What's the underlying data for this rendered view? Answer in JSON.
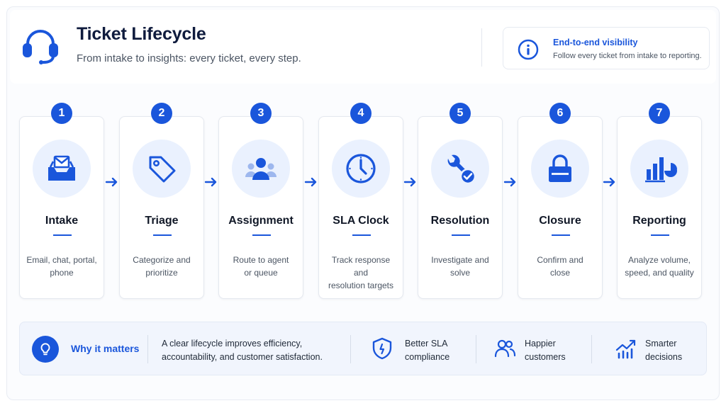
{
  "header": {
    "title": "Ticket Lifecycle",
    "subtitle": "From intake to insights: every ticket, every step.",
    "visibility_title": "End-to-end visibility",
    "visibility_desc": "Follow every ticket from intake to reporting."
  },
  "colors": {
    "accent": "#1a56db",
    "icon_bg": "#eaf1fe",
    "banner_bg": "#f1f5fd"
  },
  "steps": [
    {
      "number": "1",
      "name": "Intake",
      "desc1": "Email, chat, portal,",
      "desc2": "phone",
      "icon": "inbox-icon"
    },
    {
      "number": "2",
      "name": "Triage",
      "desc1": "Categorize and",
      "desc2": "prioritize",
      "icon": "tag-icon"
    },
    {
      "number": "3",
      "name": "Assignment",
      "desc1": "Route to agent",
      "desc2": "or queue",
      "icon": "people-icon"
    },
    {
      "number": "4",
      "name": "SLA Clock",
      "desc1": "Track response and",
      "desc2": "resolution targets",
      "icon": "clock-icon"
    },
    {
      "number": "5",
      "name": "Resolution",
      "desc1": "Investigate and",
      "desc2": "solve",
      "icon": "wrench-check-icon"
    },
    {
      "number": "6",
      "name": "Closure",
      "desc1": "Confirm and",
      "desc2": "close",
      "icon": "lock-icon"
    },
    {
      "number": "7",
      "name": "Reporting",
      "desc1": "Analyze volume,",
      "desc2": "speed, and quality",
      "icon": "bar-chart-icon"
    }
  ],
  "banner": {
    "why_label": "Why it matters",
    "why_text": "A clear lifecycle improves efficiency, accountability, and customer satisfaction.",
    "benefits": [
      {
        "line1": "Better SLA",
        "line2": "compliance",
        "icon": "shield-icon"
      },
      {
        "line1": "Happier",
        "line2": "customers",
        "icon": "users-icon"
      },
      {
        "line1": "Smarter",
        "line2": "decisions",
        "icon": "trend-chart-icon"
      }
    ]
  }
}
